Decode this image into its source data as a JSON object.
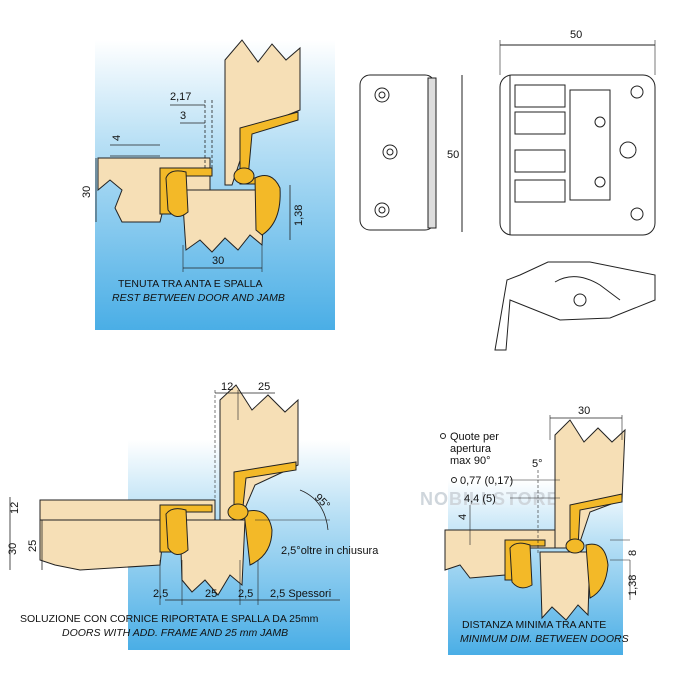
{
  "colors": {
    "wood": "#f6dfb6",
    "hinge": "#f3b928",
    "water": "#5bb5e6",
    "line": "#222222"
  },
  "panel1": {
    "dims": {
      "d217": "2,17",
      "d3": "3",
      "d4": "4",
      "d30": "30",
      "d138": "1,38",
      "d30b": "30"
    },
    "caption_it": "TENUTA TRA ANTA E SPALLA",
    "caption_en": "REST BETWEEN DOOR AND JAMB"
  },
  "panel2": {
    "dims": {
      "d50w": "50",
      "d50h": "50"
    }
  },
  "panel3": {
    "dims": {
      "d12": "12",
      "d25top": "25",
      "d12left": "12",
      "d30": "30",
      "d25": "25",
      "angle": "95°",
      "oltre": "2,5°oltre in chiusura",
      "b25a": "2,5",
      "b25": "25",
      "b25b": "2,5",
      "spessori": "2,5 Spessori"
    },
    "caption_it": "SOLUZIONE CON CORNICE RIPORTATA E SPALLA DA 25mm",
    "caption_en": "DOORS WITH ADD. FRAME AND 25 mm JAMB"
  },
  "panel4": {
    "dims": {
      "d30": "30",
      "d5": "5°",
      "d077": "0,77 (0,17)",
      "d44": "4,4 (5)",
      "d4": "4",
      "d8": "8",
      "d138": "1,38"
    },
    "note_line1": "Quote per",
    "note_line2": "apertura",
    "note_line3": "max 90°",
    "caption_it": "DISTANZA MINIMA TRA ANTE",
    "caption_en": "MINIMUM DIM. BETWEEN DOORS"
  },
  "watermark": "NOBILI STORE.it"
}
